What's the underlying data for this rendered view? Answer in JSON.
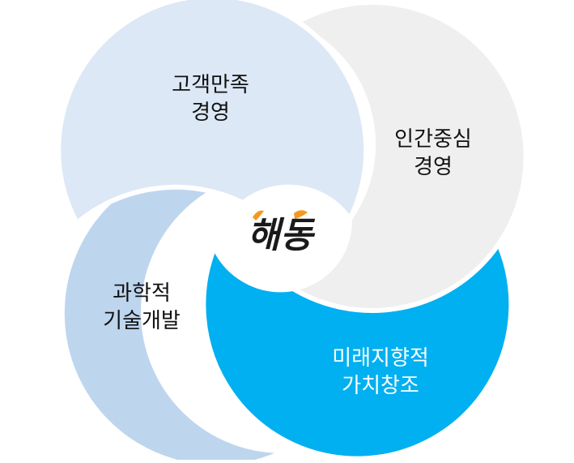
{
  "diagram": {
    "petals": [
      {
        "id": "customer",
        "lines": [
          "고객만족",
          "경영"
        ],
        "color": "#dce8f6"
      },
      {
        "id": "human",
        "lines": [
          "인간중심",
          "경영"
        ],
        "color": "#efefef"
      },
      {
        "id": "tech",
        "lines": [
          "과학적",
          "기술개발"
        ],
        "color": "#bed5ee"
      },
      {
        "id": "future",
        "lines": [
          "미래지향적",
          "가치창조"
        ],
        "color": "#00b0f0"
      }
    ],
    "center_logo": {
      "text": "해동",
      "ink_color": "#1a1a1a",
      "accent_color": "#f39a1e"
    }
  }
}
